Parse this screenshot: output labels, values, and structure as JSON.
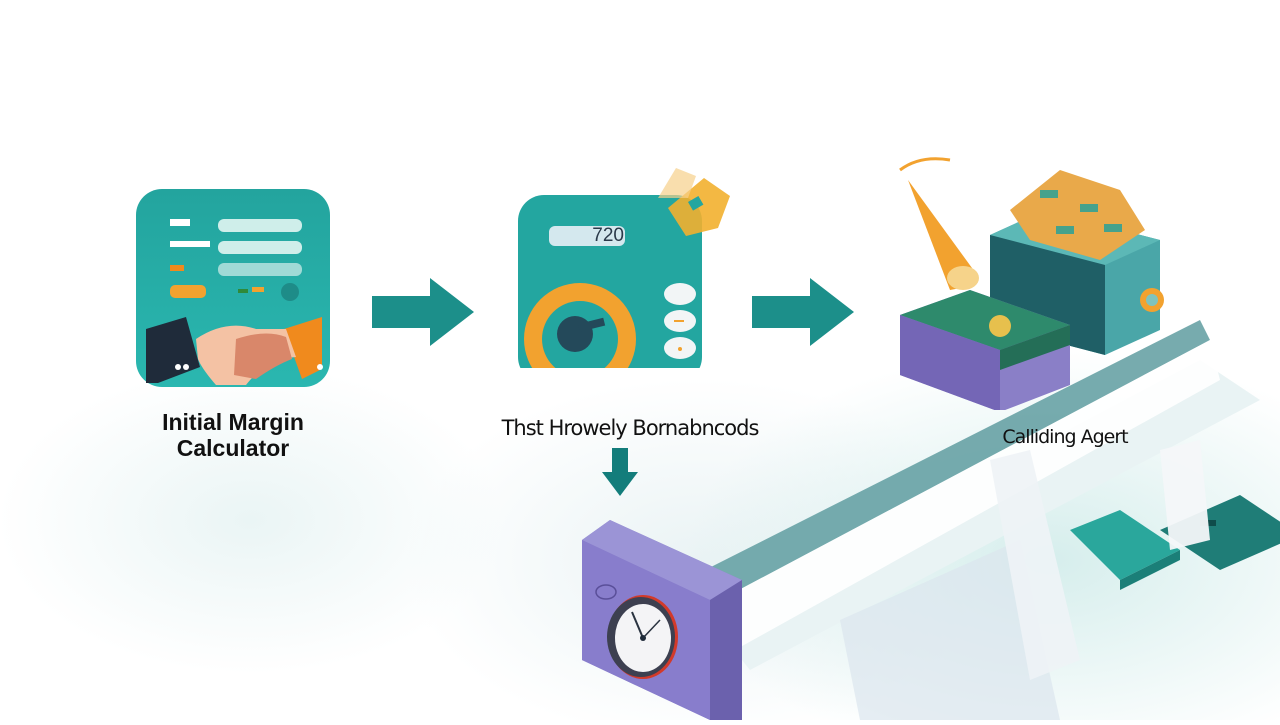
{
  "diagram": {
    "colors": {
      "teal": "#24a5a0",
      "teal_dark": "#137d7b",
      "orange": "#f2a22f",
      "purple": "#8a7fc7",
      "navy": "#1f2b3a",
      "money_green": "#2e8a6c"
    },
    "nodes": [
      {
        "id": "initial-margin-calculator",
        "icon": "handshake-calculator-icon",
        "label_line1": "Initial Margin",
        "label_line2": "Calculator"
      },
      {
        "id": "calculator-gear",
        "icon": "calculator-gear-icon",
        "display_value": "720",
        "label": "Thst Hrowely Bornabncods"
      },
      {
        "id": "calculating-agent",
        "icon": "money-box-megaphone-icon",
        "label": "Calliding Agert"
      },
      {
        "id": "gauge-box",
        "icon": "gauge-box-icon",
        "label": ""
      }
    ],
    "edges": [
      {
        "from": "initial-margin-calculator",
        "to": "calculator-gear",
        "direction": "right"
      },
      {
        "from": "calculator-gear",
        "to": "calculating-agent",
        "direction": "right"
      },
      {
        "from": "calculator-gear",
        "to": "gauge-box",
        "direction": "down"
      }
    ]
  }
}
